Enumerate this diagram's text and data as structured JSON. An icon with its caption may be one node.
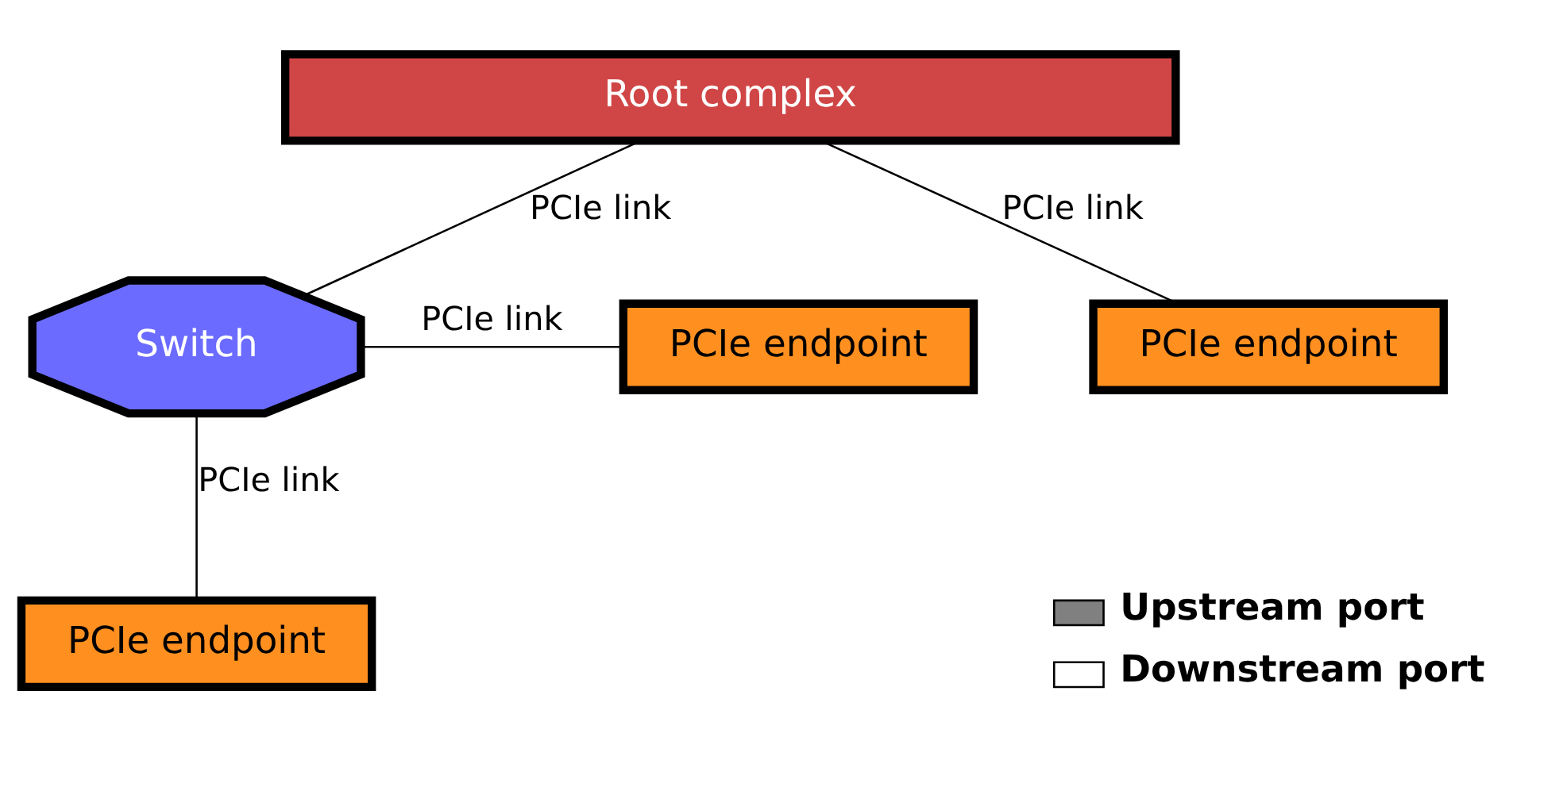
{
  "diagram": {
    "nodes": [
      {
        "text": [
          "Root complex"
        ]
      },
      {
        "text": [
          "Switch"
        ]
      },
      {
        "text": [
          "PCIe endpoint"
        ]
      },
      {
        "text": [
          "PCIe endpoint"
        ]
      },
      {
        "text": [
          "PCIe endpoint"
        ]
      }
    ],
    "edges": [
      {
        "from": 0,
        "to": 1,
        "arrow": "none",
        "label": "PCIe link"
      },
      {
        "from": 0,
        "to": 3,
        "arrow": "none",
        "label": "PCIe link"
      },
      {
        "from": 1,
        "to": 2,
        "arrow": "none",
        "label": "PCIe link"
      },
      {
        "from": 1,
        "to": 4,
        "arrow": "none",
        "label": "PCIe link"
      }
    ],
    "legend": [
      {
        "text": "Upstream port",
        "color": "#808080"
      },
      {
        "text": "Downstream port",
        "color": "#ffffff"
      }
    ]
  }
}
